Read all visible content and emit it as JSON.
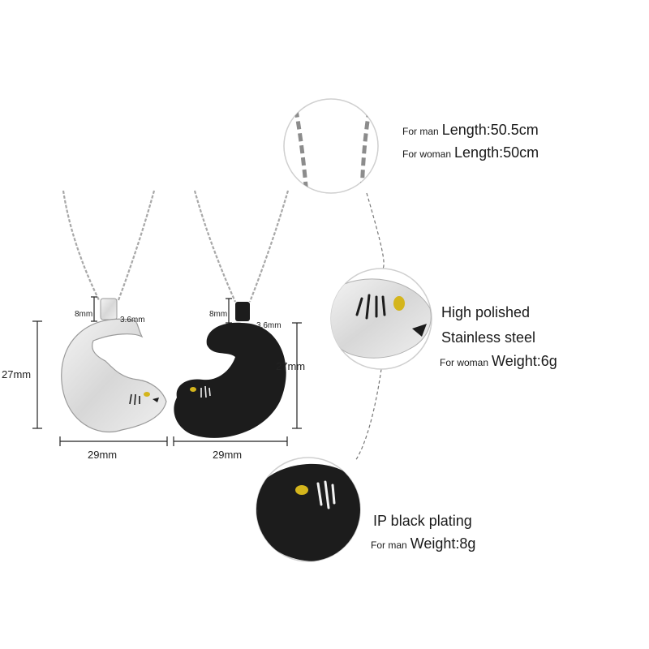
{
  "dimensions": {
    "bail_height": "8mm",
    "bail_width": "3.6mm",
    "pendant_height": "27mm",
    "pendant_width": "29mm"
  },
  "chain_spec": {
    "man_label": "For man",
    "man_length": "Length:50.5cm",
    "woman_label": "For woman",
    "woman_length": "Length:50cm"
  },
  "white_spec": {
    "line1": "High polished",
    "line2": "Stainless steel",
    "woman_label": "For woman",
    "weight": "Weight:6g"
  },
  "black_spec": {
    "line1": "IP black plating",
    "man_label": "For man",
    "weight": "Weight:8g"
  },
  "colors": {
    "steel": "#d9d9d9",
    "steel_edge": "#9a9a9a",
    "black_pendant": "#1c1c1c",
    "cat_eye": "#d4b51c"
  }
}
